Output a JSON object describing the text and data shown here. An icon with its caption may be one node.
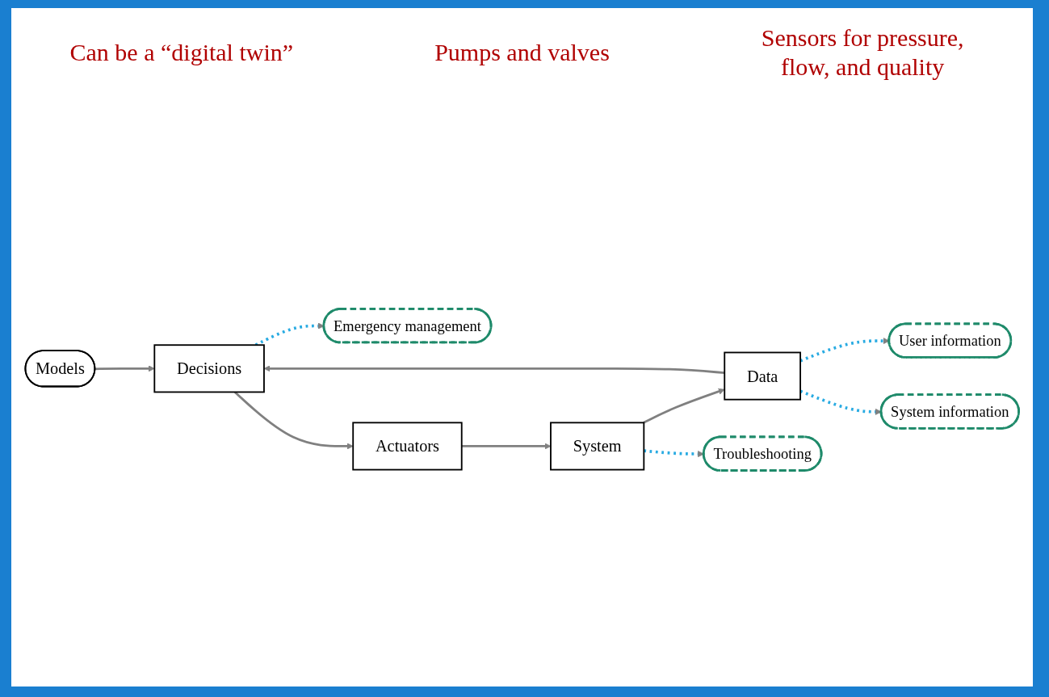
{
  "diagram": {
    "nodes": [
      {
        "text": [
          "Models"
        ]
      },
      {
        "text": [
          "Emergency management"
        ]
      },
      {
        "text": [
          "User information"
        ]
      },
      {
        "text": [
          "System information"
        ]
      },
      {
        "text": [
          "Decisions"
        ]
      },
      {
        "text": [
          "Data"
        ]
      },
      {
        "text": [
          "Actuators"
        ]
      },
      {
        "text": [
          "System"
        ]
      },
      {
        "text": [
          "Troubleshooting"
        ]
      }
    ],
    "edges": [
      {
        "from": 0,
        "to": 4,
        "arrow": "to"
      },
      {
        "from": 4,
        "to": 1,
        "arrow": "to",
        "style": "dashed",
        "color": "#29abe2"
      },
      {
        "from": 5,
        "to": 2,
        "arrow": "to",
        "style": "dashed",
        "color": "#29abe2"
      },
      {
        "from": 5,
        "to": 3,
        "arrow": "to",
        "style": "dashed",
        "color": "#29abe2"
      },
      {
        "from": 5,
        "to": 4,
        "arrow": "to"
      },
      {
        "from": 4,
        "to": 6,
        "arrow": "to"
      },
      {
        "from": 6,
        "to": 7,
        "arrow": "to"
      },
      {
        "from": 7,
        "to": 5,
        "arrow": "to"
      },
      {
        "from": 7,
        "to": 8,
        "arrow": "to",
        "style": "dashed",
        "color": "#29abe2"
      }
    ],
    "labels": [
      "Can be a “digital twin”",
      "Pumps and valves",
      "Sensors for pressure, flow, and quality"
    ]
  }
}
